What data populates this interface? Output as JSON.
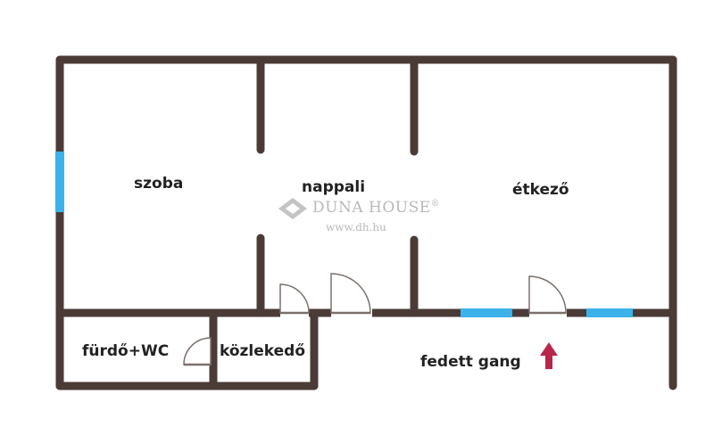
{
  "rooms": {
    "szoba": "szoba",
    "nappali": "nappali",
    "etkezo": "étkező",
    "furdo_wc": "fürdő+WC",
    "kozlekedo": "közlekedő",
    "fedett_gang": "fedett gang"
  },
  "watermark": {
    "brand": "DUNA HOUSE",
    "registered": "®",
    "url": "www.dh.hu",
    "icon": "diamond-logo-icon"
  },
  "colors": {
    "wall": "#4a3b37",
    "window": "#3bb3ea",
    "arrow": "#b8274a",
    "watermark": "#b9b9b9"
  },
  "icons": {
    "entrance": "entrance-arrow-icon",
    "door": "door-swing-icon"
  }
}
